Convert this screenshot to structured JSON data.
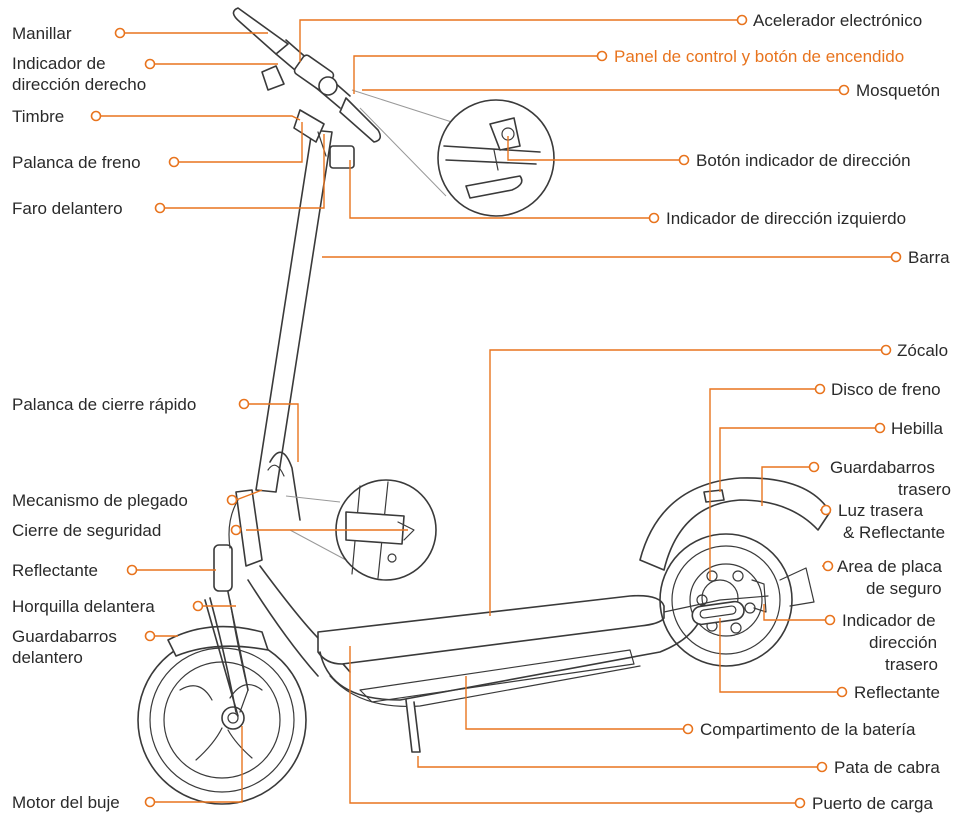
{
  "colors": {
    "accent": "#e8741e",
    "text": "#2a2a2a",
    "line": "#3a3a3a"
  },
  "labels": {
    "manillar": "Manillar",
    "indicador_derecho_1": "Indicador de",
    "indicador_derecho_2": "dirección derecho",
    "timbre": "Timbre",
    "palanca_freno": "Palanca de freno",
    "faro": "Faro delantero",
    "acelerador": "Acelerador electrónico",
    "panel": "Panel de control y botón de encendido",
    "mosqueton": "Mosquetón",
    "boton_indicador": "Botón indicador de dirección",
    "indicador_izquierdo": "Indicador de dirección izquierdo",
    "barra": "Barra",
    "zocalo": "Zócalo",
    "cierre_rapido": "Palanca de cierre rápido",
    "disco_freno": "Disco de freno",
    "hebilla": "Hebilla",
    "guardabarros_trasero_1": "Guardabarros",
    "guardabarros_trasero_2": "trasero",
    "mecanismo_plegado": "Mecanismo de plegado",
    "luz_trasera_1": "Luz trasera",
    "luz_trasera_2": "& Reflectante",
    "cierre_seguridad": "Cierre de seguridad",
    "reflectante_izq": "Reflectante",
    "area_placa_1": "Area de placa",
    "area_placa_2": "de seguro",
    "horquilla": "Horquilla delantera",
    "guardabarros_del_1": "Guardabarros",
    "guardabarros_del_2": "delantero",
    "indicador_trasero_1": "Indicador de",
    "indicador_trasero_2": "dirección",
    "indicador_trasero_3": "trasero",
    "reflectante_der": "Reflectante",
    "bateria": "Compartimento de la batería",
    "pata": "Pata de cabra",
    "motor": "Motor del buje",
    "puerto": "Puerto de carga"
  }
}
